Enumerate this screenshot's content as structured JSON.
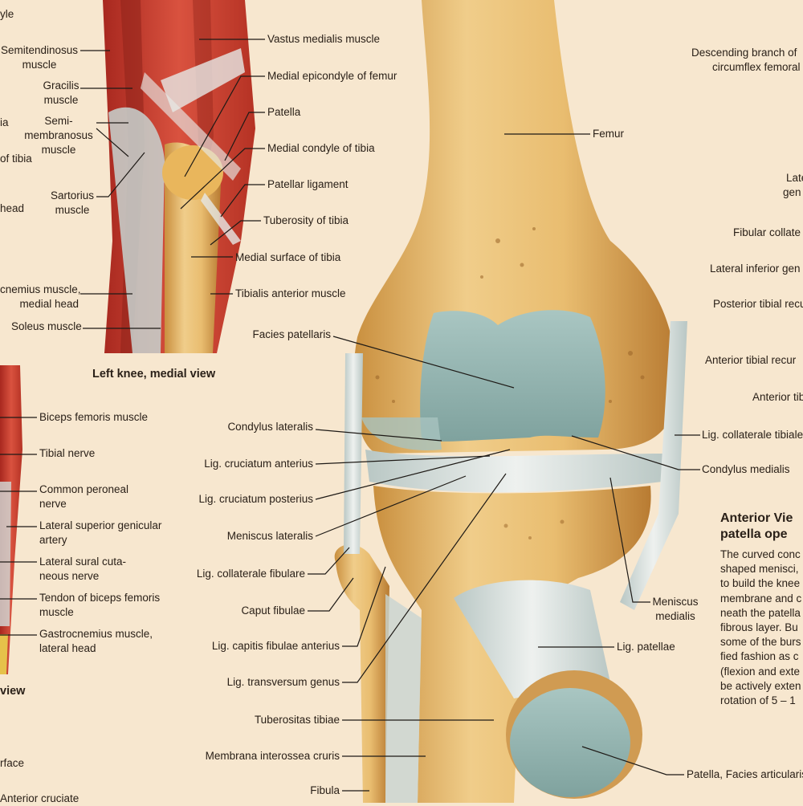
{
  "colors": {
    "background": "#f7e7cf",
    "bone": "#e3b46a",
    "cartilage": "#9fbcb8",
    "muscle": "#c83a2c",
    "ligament": "#d8dfdc",
    "leader": "#1e1a16"
  },
  "medial_view": {
    "caption": "Left knee, medial view",
    "labels": {
      "condyle_partial": "yle",
      "vastus_medialis": "Vastus medialis muscle",
      "medial_epicondyle": "Medial epicondyle of femur",
      "patella": "Patella",
      "medial_condyle_tibia": "Medial condyle of tibia",
      "patellar_ligament": "Patellar ligament",
      "tuberosity_tibia": "Tuberosity of tibia",
      "medial_surface_tibia": "Medial surface of tibia",
      "tibialis_anterior": "Tibialis anterior muscle",
      "semitendinosus": [
        "Semitendinosus",
        "muscle"
      ],
      "gracilis": [
        "Gracilis",
        "muscle"
      ],
      "semimembranosus": [
        "Semi-",
        "membranosus",
        "muscle"
      ],
      "sartorius": [
        "Sartorius",
        "muscle"
      ],
      "gastrocnemius_medial": [
        "cnemius muscle,",
        "medial head"
      ],
      "soleus": "Soleus muscle",
      "left_partial_1": "ia",
      "left_partial_2": "of tibia",
      "left_partial_3": "head"
    }
  },
  "lateral_view": {
    "caption_partial": "view",
    "labels": {
      "biceps_femoris": "Biceps femoris muscle",
      "tibial_nerve": "Tibial nerve",
      "common_peroneal": [
        "Common peroneal",
        "nerve"
      ],
      "lateral_superior_genicular": [
        "Lateral superior genicular",
        "artery"
      ],
      "lateral_sural": [
        "Lateral sural cuta-",
        "neous nerve"
      ],
      "tendon_biceps": [
        "Tendon of biceps femoris",
        "muscle"
      ],
      "gastrocnemius_lateral": [
        "Gastrocnemius muscle,",
        "lateral head"
      ],
      "bottom_partial_1": "rface",
      "bottom_partial_2": "Anterior cruciate"
    }
  },
  "anterior_view": {
    "left_labels": {
      "facies_patellaris": "Facies patellaris",
      "condylus_lateralis": "Condylus lateralis",
      "lig_cruciatum_anterius": "Lig. cruciatum anterius",
      "lig_cruciatum_posterius": "Lig. cruciatum posterius",
      "meniscus_lateralis": "Meniscus lateralis",
      "lig_collaterale_fibulare": "Lig. collaterale fibulare",
      "caput_fibulae": "Caput fibulae",
      "lig_capitis_fibulae": "Lig. capitis fibulae anterius",
      "lig_transversum": "Lig. transversum genus",
      "tuberositas_tibiae": "Tuberositas tibiae",
      "membrana_interossea": "Membrana interossea cruris",
      "fibula": "Fibula"
    },
    "right_labels": {
      "femur": "Femur",
      "lig_collaterale_tibiale": "Lig. collaterale tibiale",
      "condylus_medialis": "Condylus medialis",
      "meniscus_medialis": [
        "Meniscus",
        "medialis"
      ],
      "lig_patellae": "Lig. patellae",
      "patella_facies": "Patella, Facies articularis"
    },
    "far_right_labels": {
      "descending_branch": [
        "Descending branch of",
        "circumflex femoral"
      ],
      "late": [
        "Late",
        "gen"
      ],
      "fibular_collateral": "Fibular collate",
      "lateral_inferior_genicular": "Lateral inferior gen",
      "posterior_tibial_recurrent": "Posterior tibial recu",
      "anterior_tibial_recurrent": "Anterior tibial recur",
      "anterior_tib": "Anterior tib"
    },
    "section_title": [
      "Anterior Vie",
      "patella ope"
    ],
    "paragraph": [
      "The curved conc",
      "shaped menisci,",
      "to build the knee",
      "membrane and c",
      "neath the patella",
      "fibrous layer. Bu",
      "some of the burs",
      "fied fashion as c",
      "(flexion and exte",
      "be actively exten",
      "rotation of 5 – 1"
    ]
  }
}
